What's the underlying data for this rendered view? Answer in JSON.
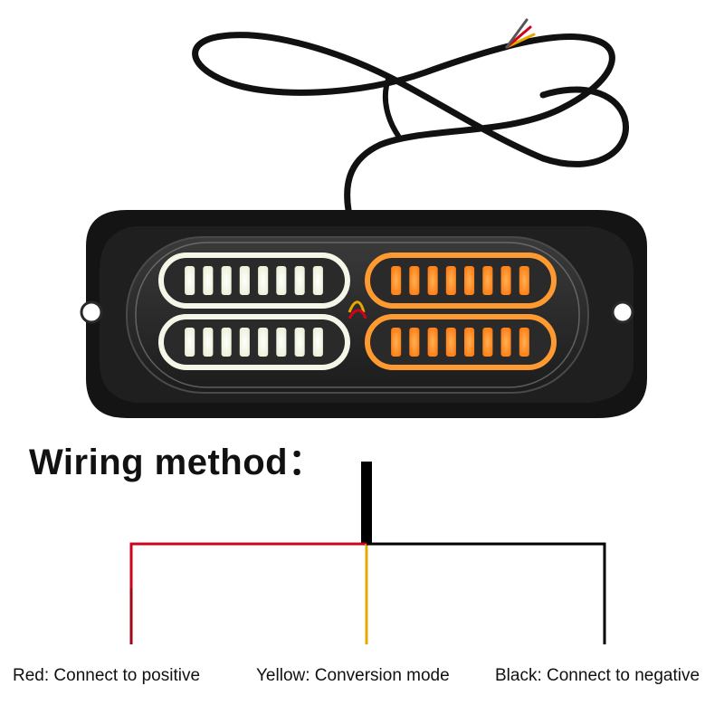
{
  "heading": "Wiring method：",
  "wires": [
    {
      "name": "red",
      "label": "Red: Connect to positive",
      "color": "#d0021b"
    },
    {
      "name": "yellow",
      "label": "Yellow: Conversion mode",
      "color": "#e8a800"
    },
    {
      "name": "black",
      "label": "Black: Connect to negative",
      "color": "#000000"
    }
  ],
  "product": {
    "housing_color": "#141414",
    "led_colors": {
      "white": "#f6f8ee",
      "amber": "#ff8a1c"
    },
    "leds_per_row": 8
  }
}
